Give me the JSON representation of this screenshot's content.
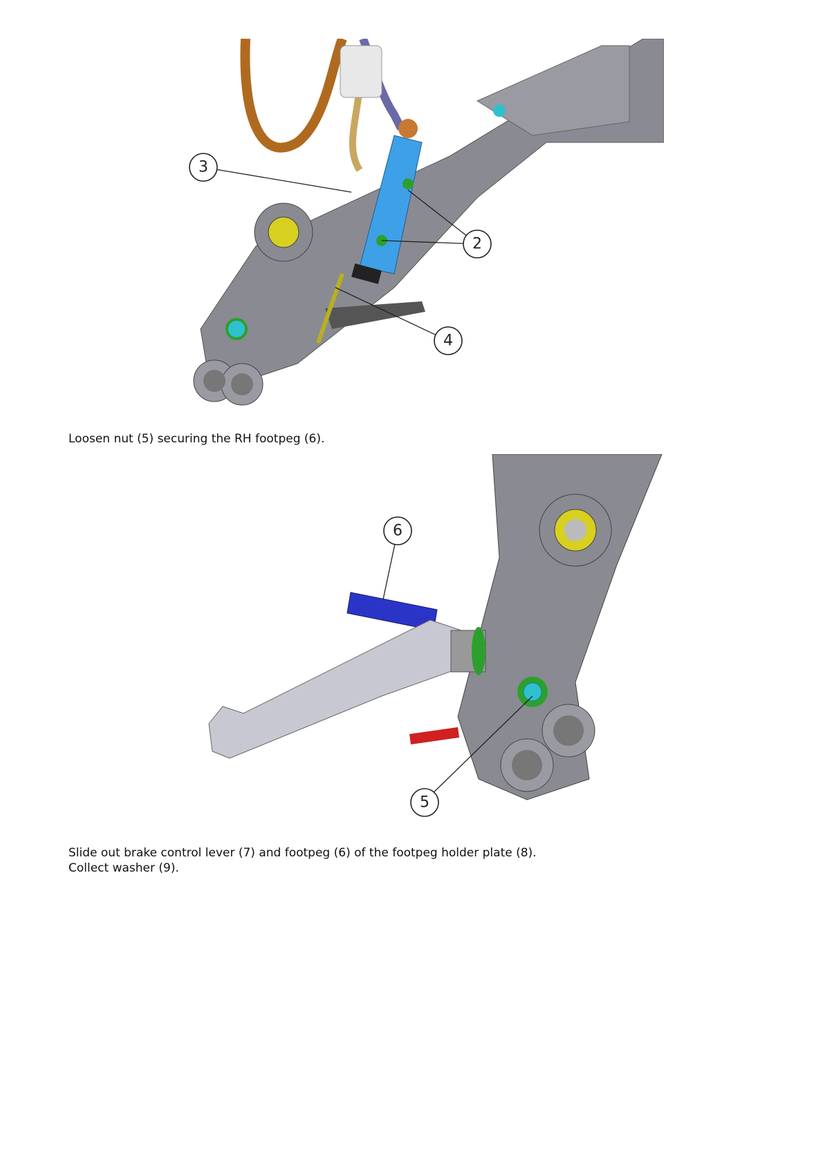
{
  "figure1": {
    "callouts": [
      "3",
      "2",
      "4"
    ]
  },
  "step1_text": "Loosen nut (5) securing the RH footpeg (6).",
  "figure2": {
    "callouts": [
      "6",
      "5"
    ]
  },
  "step2_text_line1": "Slide out brake control lever (7) and footpeg (6) of the footpeg holder plate (8).",
  "step2_text_line2": "Collect washer (9).",
  "colors": {
    "frame": "#8a8a92",
    "master_cylinder": "#3ea0e6",
    "footpeg": "#2a35c8",
    "bolt": "#2fc0d0",
    "washer": "#2ca02c",
    "bushing": "#d8d020"
  }
}
